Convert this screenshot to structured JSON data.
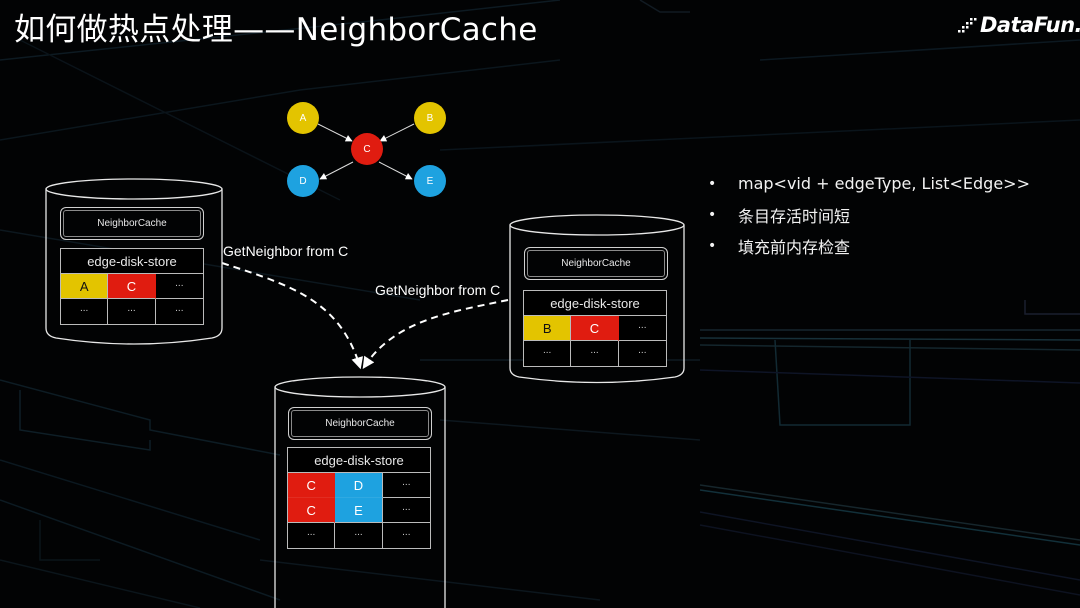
{
  "slide": {
    "title": "如何做热点处理——NeighborCache",
    "logo": {
      "icon": "datafun-dots-icon",
      "text": "DataFun."
    }
  },
  "colors": {
    "background": "#020304",
    "yellow": "#e3c400",
    "red": "#e01c10",
    "blue": "#1ea2e0",
    "line": "#ffffff"
  },
  "graph": {
    "nodes": [
      {
        "id": "A",
        "label": "A",
        "color": "yellow"
      },
      {
        "id": "B",
        "label": "B",
        "color": "yellow"
      },
      {
        "id": "C",
        "label": "C",
        "color": "red"
      },
      {
        "id": "D",
        "label": "D",
        "color": "blue"
      },
      {
        "id": "E",
        "label": "E",
        "color": "blue"
      }
    ],
    "edges": [
      {
        "from": "A",
        "to": "C"
      },
      {
        "from": "B",
        "to": "C"
      },
      {
        "from": "C",
        "to": "D"
      },
      {
        "from": "C",
        "to": "E"
      }
    ]
  },
  "stores": {
    "left": {
      "cache_label": "NeighborCache",
      "store_label": "edge-disk-store",
      "rows": [
        [
          {
            "text": "A",
            "color": "yellow"
          },
          {
            "text": "C",
            "color": "red"
          },
          {
            "text": "...",
            "color": ""
          }
        ],
        [
          {
            "text": "...",
            "color": ""
          },
          {
            "text": "...",
            "color": ""
          },
          {
            "text": "...",
            "color": ""
          }
        ]
      ]
    },
    "right": {
      "cache_label": "NeighborCache",
      "store_label": "edge-disk-store",
      "rows": [
        [
          {
            "text": "B",
            "color": "yellow"
          },
          {
            "text": "C",
            "color": "red"
          },
          {
            "text": "...",
            "color": ""
          }
        ],
        [
          {
            "text": "...",
            "color": ""
          },
          {
            "text": "...",
            "color": ""
          },
          {
            "text": "...",
            "color": ""
          }
        ]
      ]
    },
    "bottom": {
      "cache_label": "NeighborCache",
      "store_label": "edge-disk-store",
      "rows": [
        [
          {
            "text": "C",
            "color": "red"
          },
          {
            "text": "D",
            "color": "blue"
          },
          {
            "text": "...",
            "color": ""
          }
        ],
        [
          {
            "text": "C",
            "color": "red"
          },
          {
            "text": "E",
            "color": "blue"
          },
          {
            "text": "...",
            "color": ""
          }
        ],
        [
          {
            "text": "...",
            "color": ""
          },
          {
            "text": "...",
            "color": ""
          },
          {
            "text": "...",
            "color": ""
          }
        ]
      ]
    }
  },
  "arrows": {
    "left_label": "GetNeighbor from C",
    "right_label": "GetNeighbor from C"
  },
  "bullets": [
    "map<vid + edgeType, List<Edge>>",
    "条目存活时间短",
    "填充前内存检查"
  ]
}
